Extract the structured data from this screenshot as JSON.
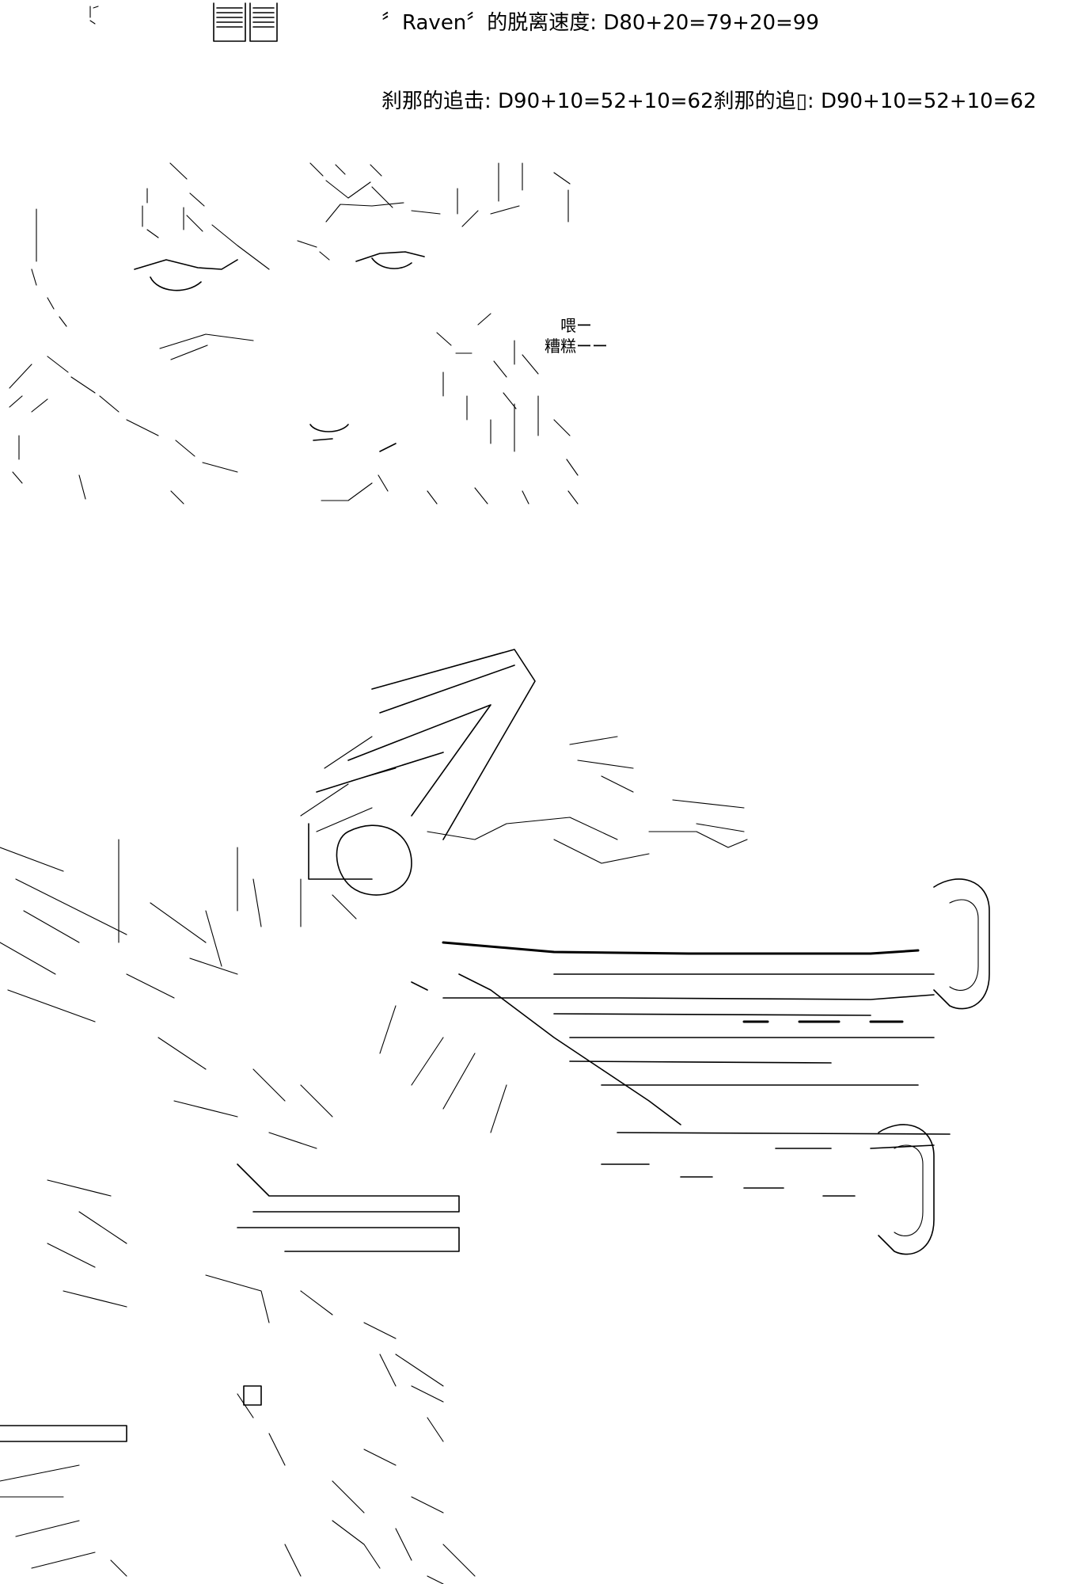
{
  "dice_lines": [
    "〞Raven〞的脱离速度: D80+20=79+20=99",
    "刹那的追击: D90+10=52+10=62刹那的追▯: D90+10=52+10=62"
  ],
  "dialogue": [
    "喂ー",
    "糟糕ーー"
  ]
}
